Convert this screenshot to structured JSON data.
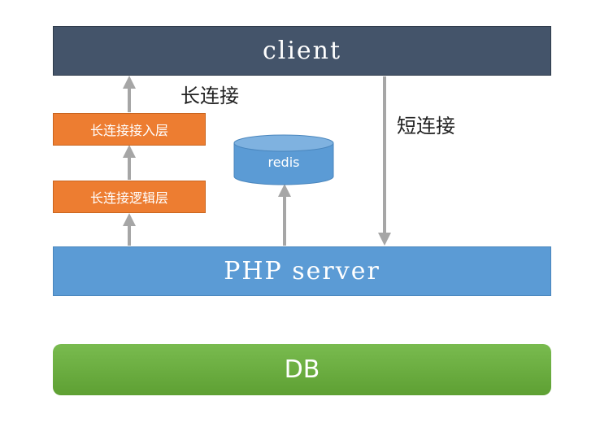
{
  "client": {
    "label": "client"
  },
  "long_connection": {
    "label": "长连接"
  },
  "short_connection": {
    "label": "短连接"
  },
  "layers": {
    "access": "长连接接入层",
    "logic": "长连接逻辑层"
  },
  "redis": {
    "label": "redis"
  },
  "php_server": {
    "label": "PHP server"
  },
  "db": {
    "label": "DB"
  },
  "colors": {
    "client": "#44546a",
    "php_server": "#5b9bd5",
    "layer": "#ed7d31",
    "db": "#70ad47",
    "redis": "#5b9bd5",
    "arrow": "#a6a6a6"
  }
}
